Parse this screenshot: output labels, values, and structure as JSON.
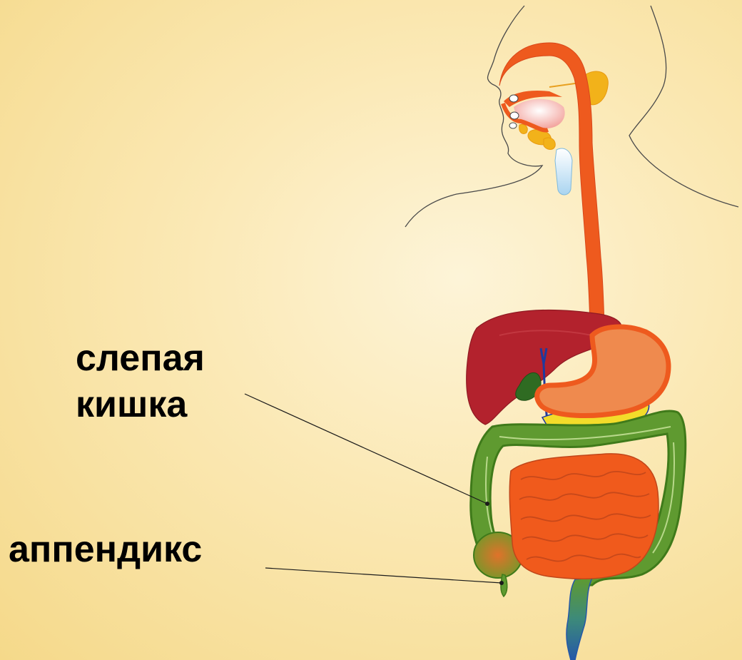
{
  "labels": {
    "cecum_line1": "слепая",
    "cecum_line2": "кишка",
    "appendix": "аппендикс"
  },
  "colors": {
    "background": "#f8e3a4",
    "tract": "#ee5a1e",
    "liver": "#b3222d",
    "gallbladder": "#2f6b22",
    "stomach": "#f08a4b",
    "pancreas": "#f3dc2a",
    "small_intestine": "#f05a1c",
    "large_intestine": "#5f9a30",
    "rectum": "#2c6fa8",
    "salivary_glands": "#f2b21a",
    "pointer_line": "#1a1a1a"
  },
  "icons": [
    "digestive-system-illustration"
  ]
}
